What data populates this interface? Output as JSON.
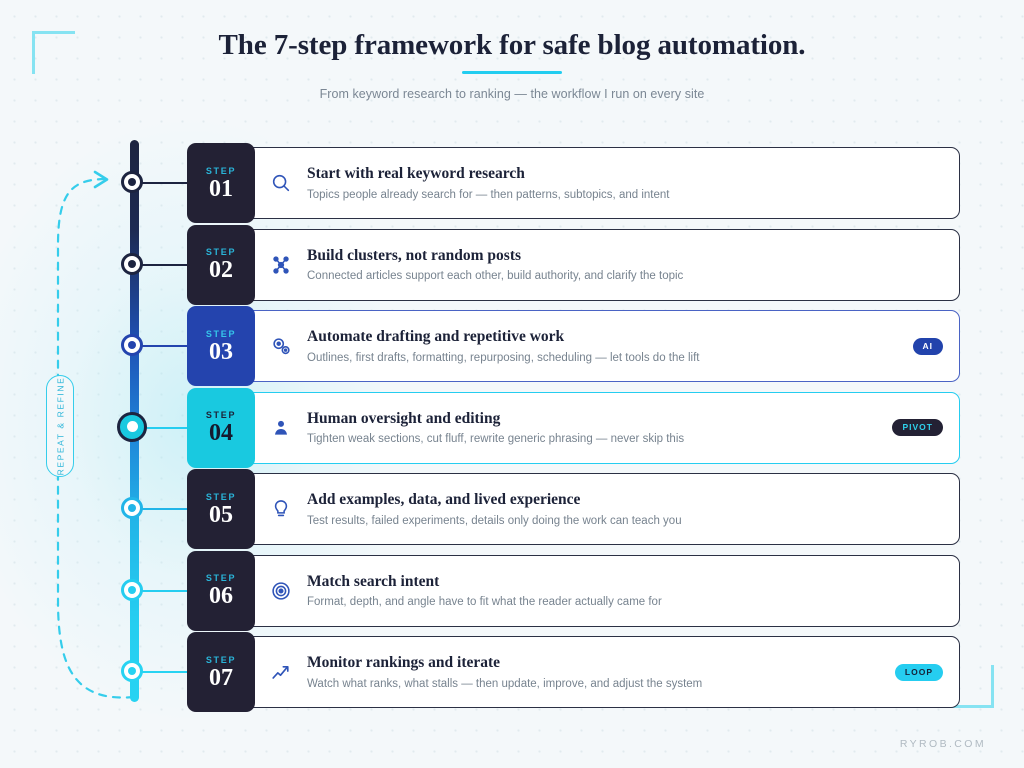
{
  "header": {
    "title": "The 7-step framework for safe blog automation.",
    "subtitle": "From keyword research to ranking — the workflow I run on every site",
    "accent_color": "#22cdf0"
  },
  "loop": {
    "label": "REPEAT & REFINE",
    "color": "#35cdeb",
    "style": "dashed"
  },
  "footer": {
    "brand": "RYROB.COM"
  },
  "timeline": {
    "gradient_from": "#1d2440",
    "gradient_to": "#27d3f2"
  },
  "steps": [
    {
      "word": "STEP",
      "number": "01",
      "title": "Start with real keyword research",
      "desc": "Topics people already search for — then patterns, subtopics, and intent",
      "icon": "search-icon",
      "tag": null,
      "badge_bg": "#232134",
      "badge_word_color": "#2ab4d8",
      "badge_num_color": "#ffffff",
      "card_border": "#2b3044",
      "node_ring": "#1d2440",
      "node_pip": "#1d2440",
      "connector": "#1d2440",
      "highlight": false
    },
    {
      "word": "STEP",
      "number": "02",
      "title": "Build clusters, not random posts",
      "desc": "Connected articles support each other, build authority, and clarify the topic",
      "icon": "cluster-icon",
      "tag": null,
      "badge_bg": "#232134",
      "badge_word_color": "#2ab4d8",
      "badge_num_color": "#ffffff",
      "card_border": "#2b3044",
      "node_ring": "#1d2440",
      "node_pip": "#1d2440",
      "connector": "#1d2440",
      "highlight": false
    },
    {
      "word": "STEP",
      "number": "03",
      "title": "Automate drafting and repetitive work",
      "desc": "Outlines, first drafts, formatting, repurposing, scheduling — let tools do the lift",
      "icon": "gears-icon",
      "tag": "AI",
      "tag_bg": "#2243ac",
      "tag_color": "#ffffff",
      "badge_bg": "#2444ae",
      "badge_word_color": "#35c6ea",
      "badge_num_color": "#ffffff",
      "card_border": "#4a63c4",
      "node_ring": "#2444ae",
      "node_pip": "#2444ae",
      "connector": "#2444ae",
      "highlight": false
    },
    {
      "word": "STEP",
      "number": "04",
      "title": "Human oversight and editing",
      "desc": "Tighten weak sections, cut fluff, rewrite generic phrasing — never skip this",
      "icon": "person-icon",
      "tag": "PIVOT",
      "tag_bg": "#232134",
      "tag_color": "#2fd3ee",
      "badge_bg": "#19c9e0",
      "badge_word_color": "#1c2238",
      "badge_num_color": "#151a2e",
      "card_border": "#25cdf0",
      "node_ring": "#1d2440",
      "node_pip": "#ffffff",
      "node_fill": "#19c9e0",
      "connector": "#25cdf0",
      "highlight": true
    },
    {
      "word": "STEP",
      "number": "05",
      "title": "Add examples, data, and lived experience",
      "desc": "Test results, failed experiments, details only doing the work can teach you",
      "icon": "lightbulb-icon",
      "tag": null,
      "badge_bg": "#232134",
      "badge_word_color": "#2ab4d8",
      "badge_num_color": "#ffffff",
      "card_border": "#2b3044",
      "node_ring": "#22b5e8",
      "node_pip": "#22b5e8",
      "connector": "#22b5e8",
      "highlight": false
    },
    {
      "word": "STEP",
      "number": "06",
      "title": "Match search intent",
      "desc": "Format, depth, and angle have to fit what the reader actually came for",
      "icon": "target-icon",
      "tag": null,
      "badge_bg": "#232134",
      "badge_word_color": "#2ab4d8",
      "badge_num_color": "#ffffff",
      "card_border": "#2b3044",
      "node_ring": "#25cdf0",
      "node_pip": "#25cdf0",
      "connector": "#25cdf0",
      "highlight": false
    },
    {
      "word": "STEP",
      "number": "07",
      "title": "Monitor rankings and iterate",
      "desc": "Watch what ranks, what stalls — then update, improve, and adjust the system",
      "icon": "trend-chart-icon",
      "tag": "LOOP",
      "tag_bg": "#25cdf0",
      "tag_color": "#152038",
      "badge_bg": "#232134",
      "badge_word_color": "#2ab4d8",
      "badge_num_color": "#ffffff",
      "card_border": "#2b3044",
      "node_ring": "#27d3f2",
      "node_pip": "#27d3f2",
      "connector": "#27d3f2",
      "highlight": false
    }
  ]
}
